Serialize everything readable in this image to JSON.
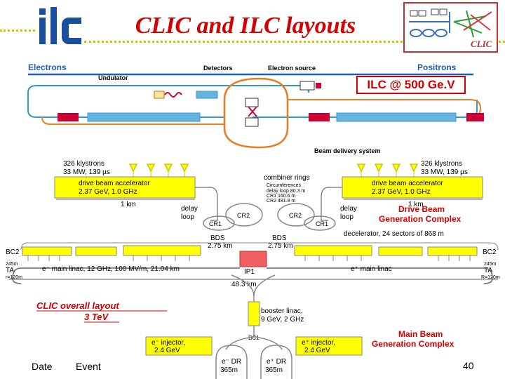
{
  "slide": {
    "title": "CLIC and ILC layouts",
    "footer": {
      "date": "Date",
      "event": "Event",
      "page": "40"
    }
  },
  "logos": {
    "left_text": "ilc",
    "right_text": "CLIC"
  },
  "ilc": {
    "badge": "ILC @ 500 Ge.V",
    "labels": {
      "electrons": "Electrons",
      "positrons": "Positrons",
      "undulator": "Undulator",
      "detectors": "Detectors",
      "electron_source": "Electron source",
      "bds": "Beam delivery system"
    }
  },
  "clic": {
    "klystrons_left": "326 klystrons",
    "klystrons_left_spec": "33 MW, 139 µs",
    "klystrons_right": "326 klystrons",
    "klystrons_right_spec": "33 MW, 139 µs",
    "drive_accel_left": "drive beam accelerator",
    "drive_accel_left_spec": "2.37 GeV, 1.0 GHz",
    "drive_accel_right": "drive beam accelerator",
    "drive_accel_right_spec": "2.37 GeV, 1.0 GHz",
    "km_left": "1 km",
    "km_right": "1 km",
    "combiner_rings": "combiner rings",
    "circumferences": "Circumferences",
    "delay_loop_len": "delay loop 80.3 m",
    "cr1_len": "CR1 160.6 m",
    "cr2_len": "CR2 481.8 m",
    "delay_loop_left": "delay",
    "delay_loop_left2": "loop",
    "delay_loop_right": "delay",
    "delay_loop_right2": "loop",
    "cr1_left": "CR1",
    "cr2_left": "CR2",
    "cr2_right": "CR2",
    "cr1_right": "CR1",
    "drive_complex_1": "Drive Beam",
    "drive_complex_2": "Generation Complex",
    "decelerator": "decelerator, 24 sectors of 868 m",
    "bds_left": "BDS",
    "bds_left_len": "2.75 km",
    "bds_right": "BDS",
    "bds_right_len": "2.75 km",
    "bc2_left": "BC2",
    "bc2_right": "BC2",
    "val_245_left": "245m",
    "val_245_right": "245m",
    "ta_left": "TA",
    "ta_left_r": "r=120m",
    "ta_right": "TA",
    "ta_right_r": "R=120m",
    "main_linac_left": "e⁻ main linac, 12 GHz, 100 MV/m, 21.04 km",
    "ip": "IP1",
    "main_linac_right": "e⁺ main linac",
    "total_len": "48.3 km",
    "overall_1": "CLIC   overall layout",
    "overall_2": "3 TeV",
    "booster_1": "booster linac,",
    "booster_2": "9 GeV, 2 GHz",
    "bc1": "BC1",
    "inj_left_1": "e⁻ injector,",
    "inj_left_2": "2.4 GeV",
    "inj_right_1": "e⁺ injector,",
    "inj_right_2": "2.4 GeV",
    "dr_left_1": "e⁻ DR",
    "dr_left_2": "365m",
    "dr_right_1": "e⁺ DR",
    "dr_right_2": "365m",
    "main_complex_1": "Main Beam",
    "main_complex_2": "Generation Complex"
  },
  "colors": {
    "title": "#d40000",
    "yellow": "#ffff00",
    "ilc_blue": "#3399cc",
    "ilc_orange": "#e87d1e",
    "ilc_red": "#cc0033",
    "clic_red": "#e03030"
  }
}
